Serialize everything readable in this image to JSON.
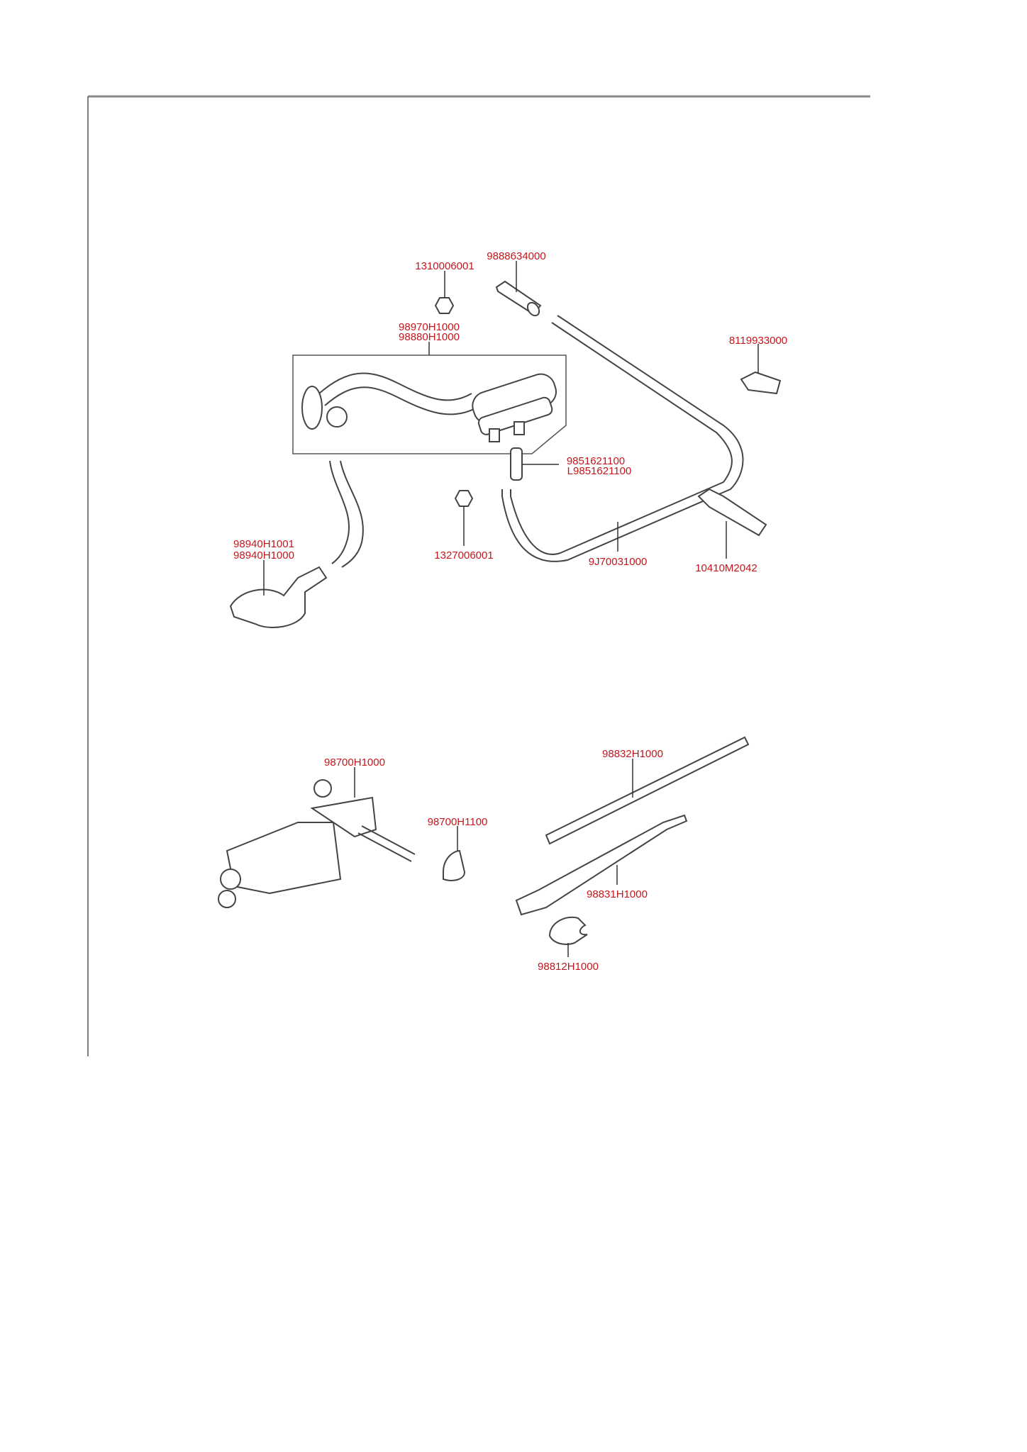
{
  "diagram": {
    "washer_group": {
      "nut_top": "1310006001",
      "connector_top": "9888634000",
      "nozzle_assembly": [
        "98970H1000",
        "98880H1000"
      ],
      "clip_right": "8119933000",
      "joint": [
        "9851621100",
        "L9851621100"
      ],
      "pump": [
        "98940H1001",
        "98940H1000"
      ],
      "nut_bottom": "1327006001",
      "hose": "9J70031000",
      "bracket": "10410M2042"
    },
    "wiper_group": {
      "motor": "98700H1000",
      "grommet": "98700H1100",
      "blade": "98832H1000",
      "arm": "98831H1000",
      "cap": "98812H1000"
    }
  }
}
